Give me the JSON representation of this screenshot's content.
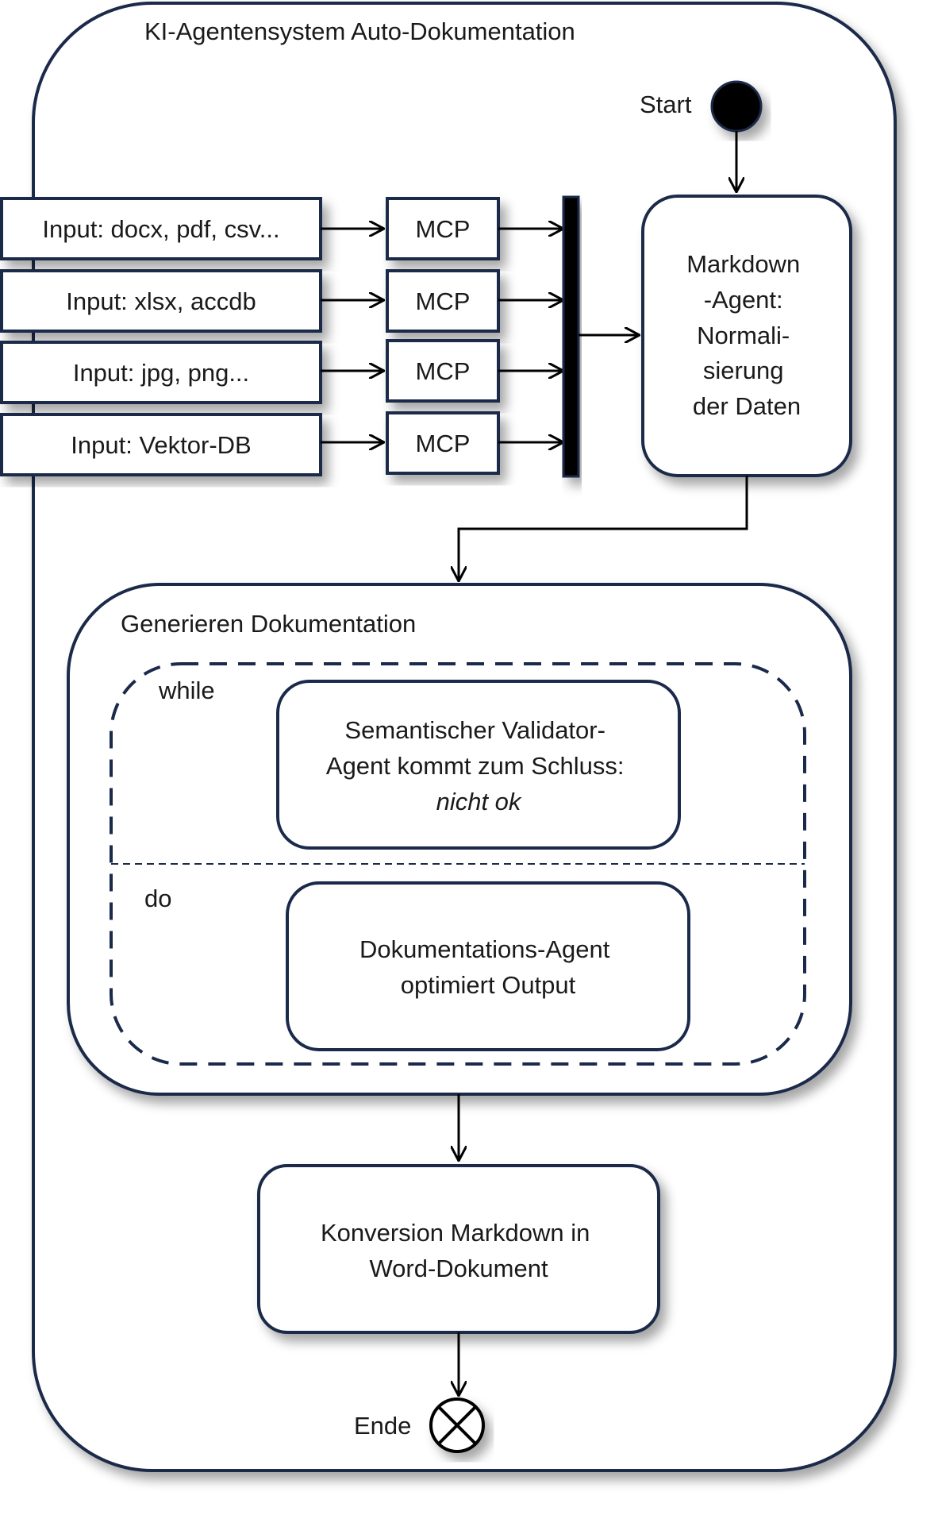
{
  "diagram": {
    "title": "KI-Agentensystem Auto-Dokumentation",
    "start_label": "Start",
    "end_label": "Ende",
    "inputs": [
      "Input: docx, pdf, csv...",
      "Input: xlsx, accdb",
      "Input: jpg, png...",
      "Input: Vektor-DB"
    ],
    "mcp_label": "MCP",
    "markdown_agent": [
      "Markdown",
      "-Agent:",
      "Normali-",
      "sierung",
      "der Daten"
    ],
    "generate": {
      "title": "Generieren Dokumentation",
      "while_label": "while",
      "do_label": "do",
      "validator": [
        "Semantischer Validator-",
        "Agent kommt zum Schluss:",
        "nicht ok"
      ],
      "doc_agent": [
        "Dokumentations-Agent",
        "optimiert Output"
      ]
    },
    "conversion": [
      "Konversion Markdown in",
      "Word-Dokument"
    ],
    "colors": {
      "stroke": "#1b2a4a",
      "fill": "#ffffff",
      "text": "#1a1a1a"
    }
  }
}
